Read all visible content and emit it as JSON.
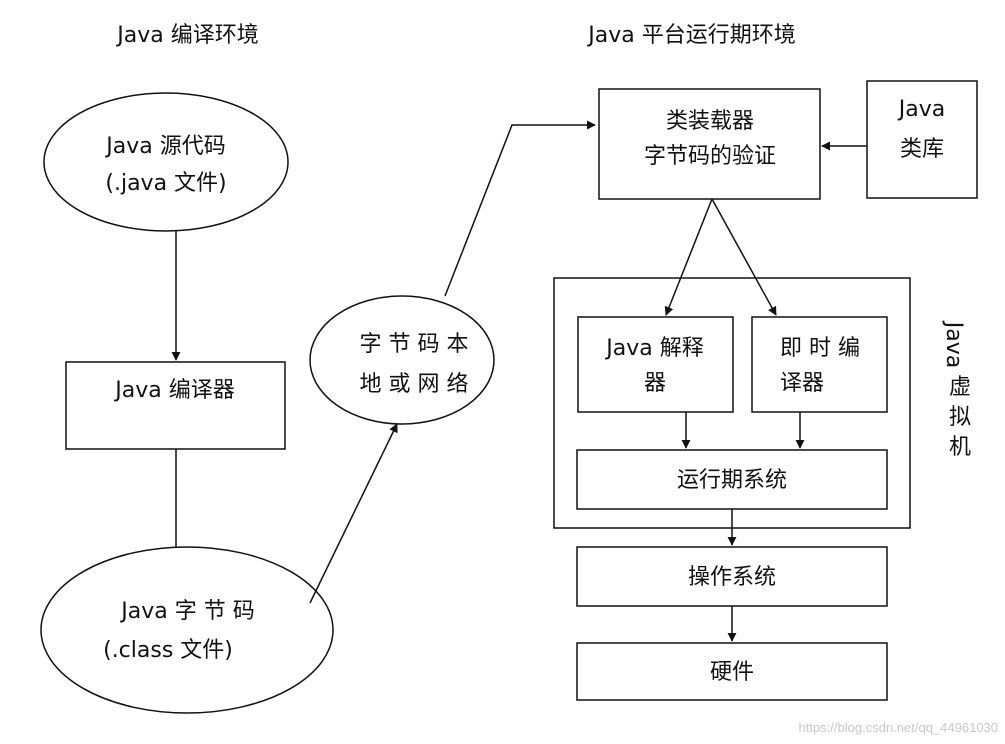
{
  "headings": {
    "compile_env": "Java 编译环境",
    "runtime_env": "Java 平台运行期环境"
  },
  "nodes": {
    "source": {
      "line1": "Java  源代码",
      "line2": "(.java 文件)"
    },
    "compiler": {
      "label": "Java 编译器"
    },
    "bytecode": {
      "line1": "Java   字 节 码",
      "line2": "(.class 文件)"
    },
    "bytecode_move": {
      "line1": "字 节 码 本",
      "line2": "地 或 网 络"
    },
    "class_loader": {
      "line1": "类装载器",
      "line2": "字节码的验证"
    },
    "class_library": {
      "line1": "Java",
      "line2": "类库"
    },
    "interpreter": {
      "line1": "Java 解释",
      "line2": "器"
    },
    "jit": {
      "line1": "即 时 编",
      "line2": "译器"
    },
    "runtime_system": {
      "label": "运行期系统"
    },
    "os": {
      "label": "操作系统"
    },
    "hardware": {
      "label": "硬件"
    }
  },
  "jvm_label": {
    "line1": "Java",
    "line2": "虚",
    "line3": "拟",
    "line4": "机"
  },
  "watermark": "https://blog.csdn.net/qq_44961030",
  "colors": {
    "stroke": "#111111",
    "background": "#ffffff",
    "watermark": "#c8c8c8"
  }
}
